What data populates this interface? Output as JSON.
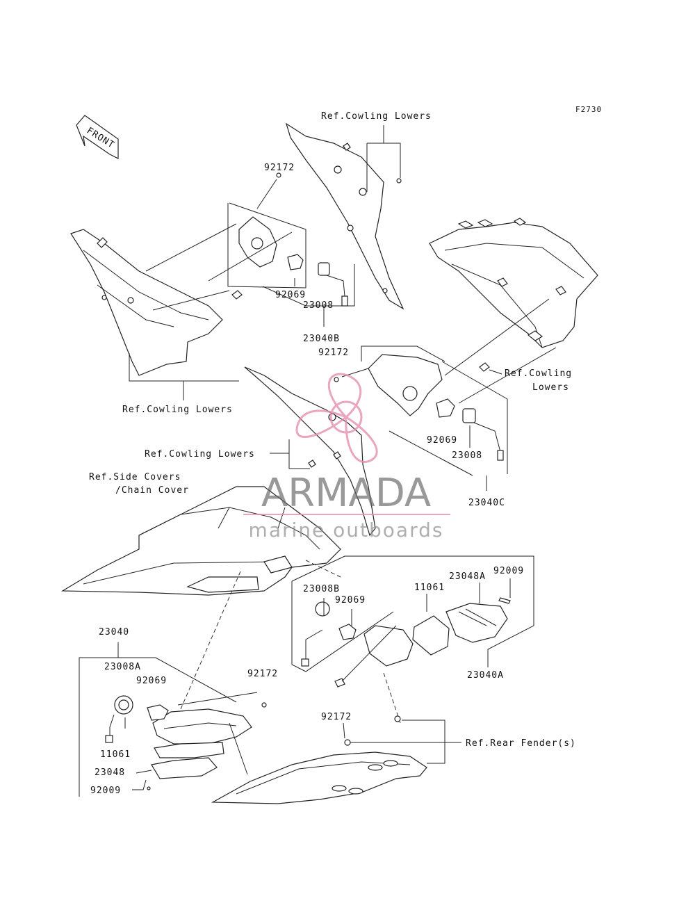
{
  "figure_id": "F2730",
  "front_arrow": "FRONT",
  "watermark": {
    "brand": "ARMADA",
    "tagline": "marine outboards",
    "color": "#e58fb0"
  },
  "labels": {
    "ref_cowling_top": "Ref.Cowling Lowers",
    "p92172_a": "92172",
    "p92069_a": "92069",
    "p23008_a": "23008",
    "p23040B": "23040B",
    "p92172_b": "92172",
    "ref_cowling_right_1": "Ref.Cowling",
    "ref_cowling_right_2": "Lowers",
    "ref_cowling_left": "Ref.Cowling Lowers",
    "p92069_b": "92069",
    "p23008_b": "23008",
    "ref_cowling_mid": "Ref.Cowling Lowers",
    "ref_side_1": "Ref.Side Covers",
    "ref_side_2": "/Chain Cover",
    "p23040C": "23040C",
    "p23048A": "23048A",
    "p92009_a": "92009",
    "p11061_a": "11061",
    "p23008B": "23008B",
    "p92069_c": "92069",
    "p23040": "23040",
    "p23040A": "23040A",
    "p23008A": "23008A",
    "p92069_d": "92069",
    "p92172_c": "92172",
    "p92172_d": "92172",
    "ref_rear_fender": "Ref.Rear Fender(s)",
    "p11061_b": "11061",
    "p23048": "23048",
    "p92009_b": "92009"
  }
}
